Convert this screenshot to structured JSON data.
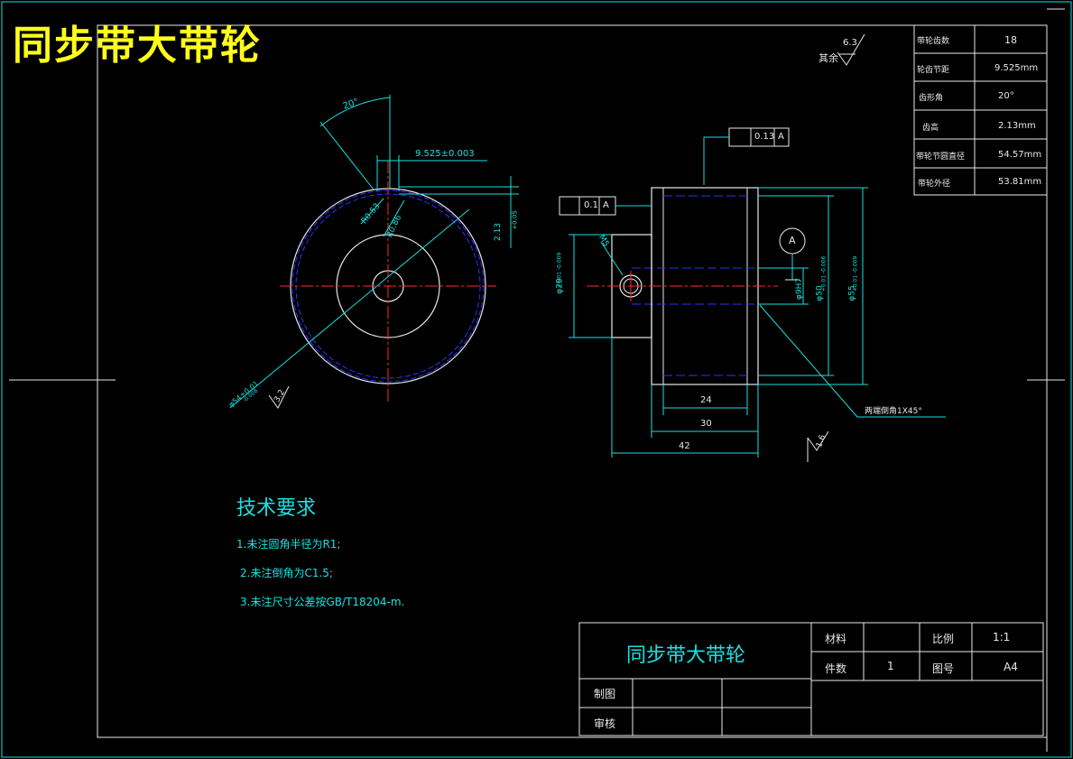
{
  "header_title": "同步带大带轮",
  "roughness_note": {
    "label": "其余",
    "value": "6.3"
  },
  "param_table": [
    {
      "name": "带轮齿数",
      "value": "18"
    },
    {
      "name": "轮齿节距",
      "value": "9.525mm"
    },
    {
      "name": "齿形角",
      "value": "20°"
    },
    {
      "name": "齿高",
      "value": "2.13mm"
    },
    {
      "name": "带轮节圆直径",
      "value": "54.57mm"
    },
    {
      "name": "带轮外径",
      "value": "53.81mm"
    }
  ],
  "front_view": {
    "angle": "20°",
    "pitch": "9.525±0.003",
    "radius": "R0.53",
    "r086": "R0.86",
    "tooth_height": "2.13",
    "tooth_tol": "+0.05",
    "outer_dia": "φ54±0.01",
    "outer_tol": "-0.008",
    "roughness": "3.2"
  },
  "side_view": {
    "runout_top": {
      "value": "0.13",
      "datum": "A"
    },
    "runout_left": {
      "value": "0.1",
      "datum": "A"
    },
    "datum": "A",
    "chamfer_label": "M5",
    "hub_dia": "φ29",
    "hub_tol": "+0.01 -0.009",
    "bore": "φ9H7",
    "inner_dia": "φ50",
    "inner_tol": "+0.01 -0.006",
    "outer_dia": "φ55",
    "outer_tol": "+0.01 -0.009",
    "dim_24": "24",
    "dim_30": "30",
    "dim_42": "42",
    "chamfer_note": "两端倒角1X45°",
    "roughness": "1.6"
  },
  "tech_req": {
    "title": "技术要求",
    "items": [
      "1.未注圆角半径为R1;",
      "2.未注倒角为C1.5;",
      "3.未注尺寸公差按GB/T18204-m."
    ]
  },
  "title_block": {
    "part_name": "同步带大带轮",
    "material_label": "材料",
    "material_value": "",
    "scale_label": "比例",
    "scale_value": "1:1",
    "qty_label": "件数",
    "qty_value": "1",
    "drawing_no_label": "图号",
    "drawing_no_value": "A4",
    "drawn_by_label": "制图",
    "reviewed_by_label": "审核"
  }
}
